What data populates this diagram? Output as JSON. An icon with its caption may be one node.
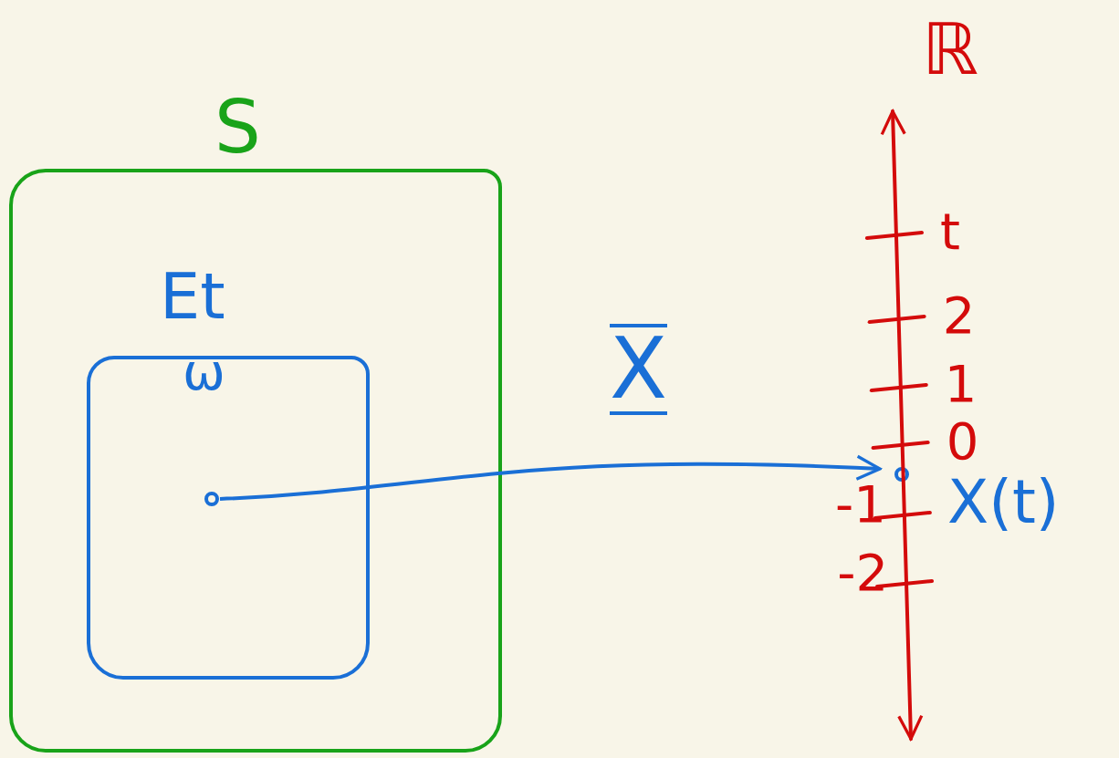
{
  "diagram": {
    "nodes": [
      {
        "text": [
          "S"
        ]
      },
      {
        "text": [
          "Et"
        ],
        "in": 0
      },
      {
        "text": [
          "ω"
        ],
        "in": 1
      },
      {
        "text": [
          "X(t)"
        ]
      }
    ],
    "edges": [
      {
        "from": 2,
        "to": 3,
        "arrow": "to",
        "label": "X"
      }
    ],
    "labels": [
      "ℝ",
      "t",
      "2",
      "1",
      "0",
      "-1",
      "-2"
    ]
  }
}
